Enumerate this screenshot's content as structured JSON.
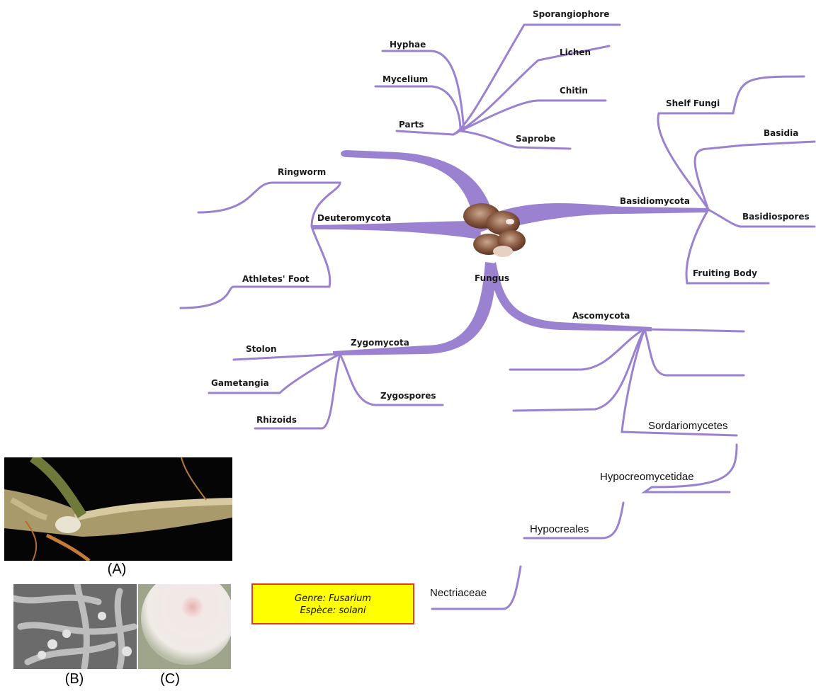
{
  "center": {
    "label": "Fungus"
  },
  "branches": {
    "parts": {
      "label": "Parts",
      "children": [
        "Sporangiophore",
        "Lichen",
        "Hyphae",
        "Mycelium",
        "Chitin",
        "Saprobe"
      ]
    },
    "basidiomycota": {
      "label": "Basidiomycota",
      "children": [
        "Shelf Fungi",
        "Basidia",
        "Basidiospores",
        "Fruiting Body"
      ]
    },
    "deuteromycota": {
      "label": "Deuteromycota",
      "children": [
        "Ringworm",
        "Athletes' Foot"
      ]
    },
    "zygomycota": {
      "label": "Zygomycota",
      "children": [
        "Stolon",
        "Gametangia",
        "Rhizoids",
        "Zygospores"
      ]
    },
    "ascomycota": {
      "label": "Ascomycota",
      "children": [
        "Sordariomycetes"
      ]
    }
  },
  "taxonomy": [
    "Sordariomycetes",
    "Hypocreomycetidae",
    "Hypocreales",
    "Nectriaceae"
  ],
  "genre_box": {
    "line1": "Genre: Fusarium",
    "line2": "Espèce: solani"
  },
  "photos": {
    "a": "(A)",
    "b": "(B)",
    "c": "(C)"
  },
  "colors": {
    "branch": "#9b82d0",
    "box_fill": "#ffff00",
    "box_border": "#e23a2a"
  }
}
